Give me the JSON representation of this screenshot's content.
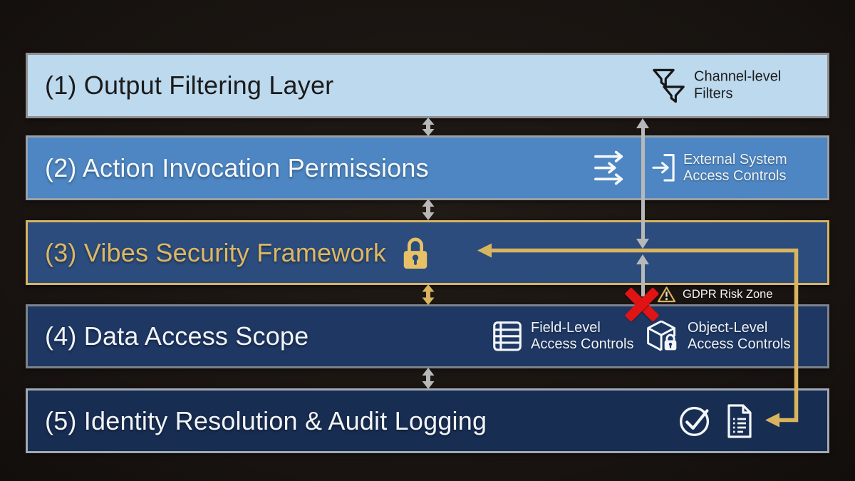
{
  "diagram": {
    "layers": [
      {
        "title": "(1) Output Filtering Layer",
        "annotations": [
          {
            "icon": "channel-filter-icon",
            "label": "Channel-level Filters"
          }
        ]
      },
      {
        "title": "(2) Action Invocation Permissions",
        "annotations": [
          {
            "icon": "action-arrows-icon",
            "label": ""
          },
          {
            "icon": "external-system-icon",
            "label": "External System Access Controls"
          }
        ]
      },
      {
        "title": "(3) Vibes Security Framework",
        "annotations": [
          {
            "icon": "lock-icon",
            "label": ""
          }
        ]
      },
      {
        "title": "(4) Data Access Scope",
        "annotations": [
          {
            "icon": "field-table-icon",
            "label": "Field-Level Access Controls"
          },
          {
            "icon": "object-cube-lock-icon",
            "label": "Object-Level Access Controls"
          }
        ]
      },
      {
        "title": "(5) Identity Resolution & Audit Logging",
        "annotations": [
          {
            "icon": "check-circle-icon",
            "label": ""
          },
          {
            "icon": "audit-log-icon",
            "label": ""
          }
        ]
      }
    ],
    "risk_zone": {
      "icon": "warning-icon",
      "label": "GDPR Risk Zone"
    },
    "colors": {
      "layer1_bg": "#bcd9ee",
      "layer2_bg": "#4d86c2",
      "layer3_bg": "#2b4c7d",
      "layer3_border": "#d8b45e",
      "layer4_bg": "#1e3763",
      "layer5_bg": "#182d52",
      "gold_accent": "#d9b45f",
      "gray_arrow": "#b8b8b8",
      "red_x": "#e01414",
      "background": "#181310"
    }
  }
}
